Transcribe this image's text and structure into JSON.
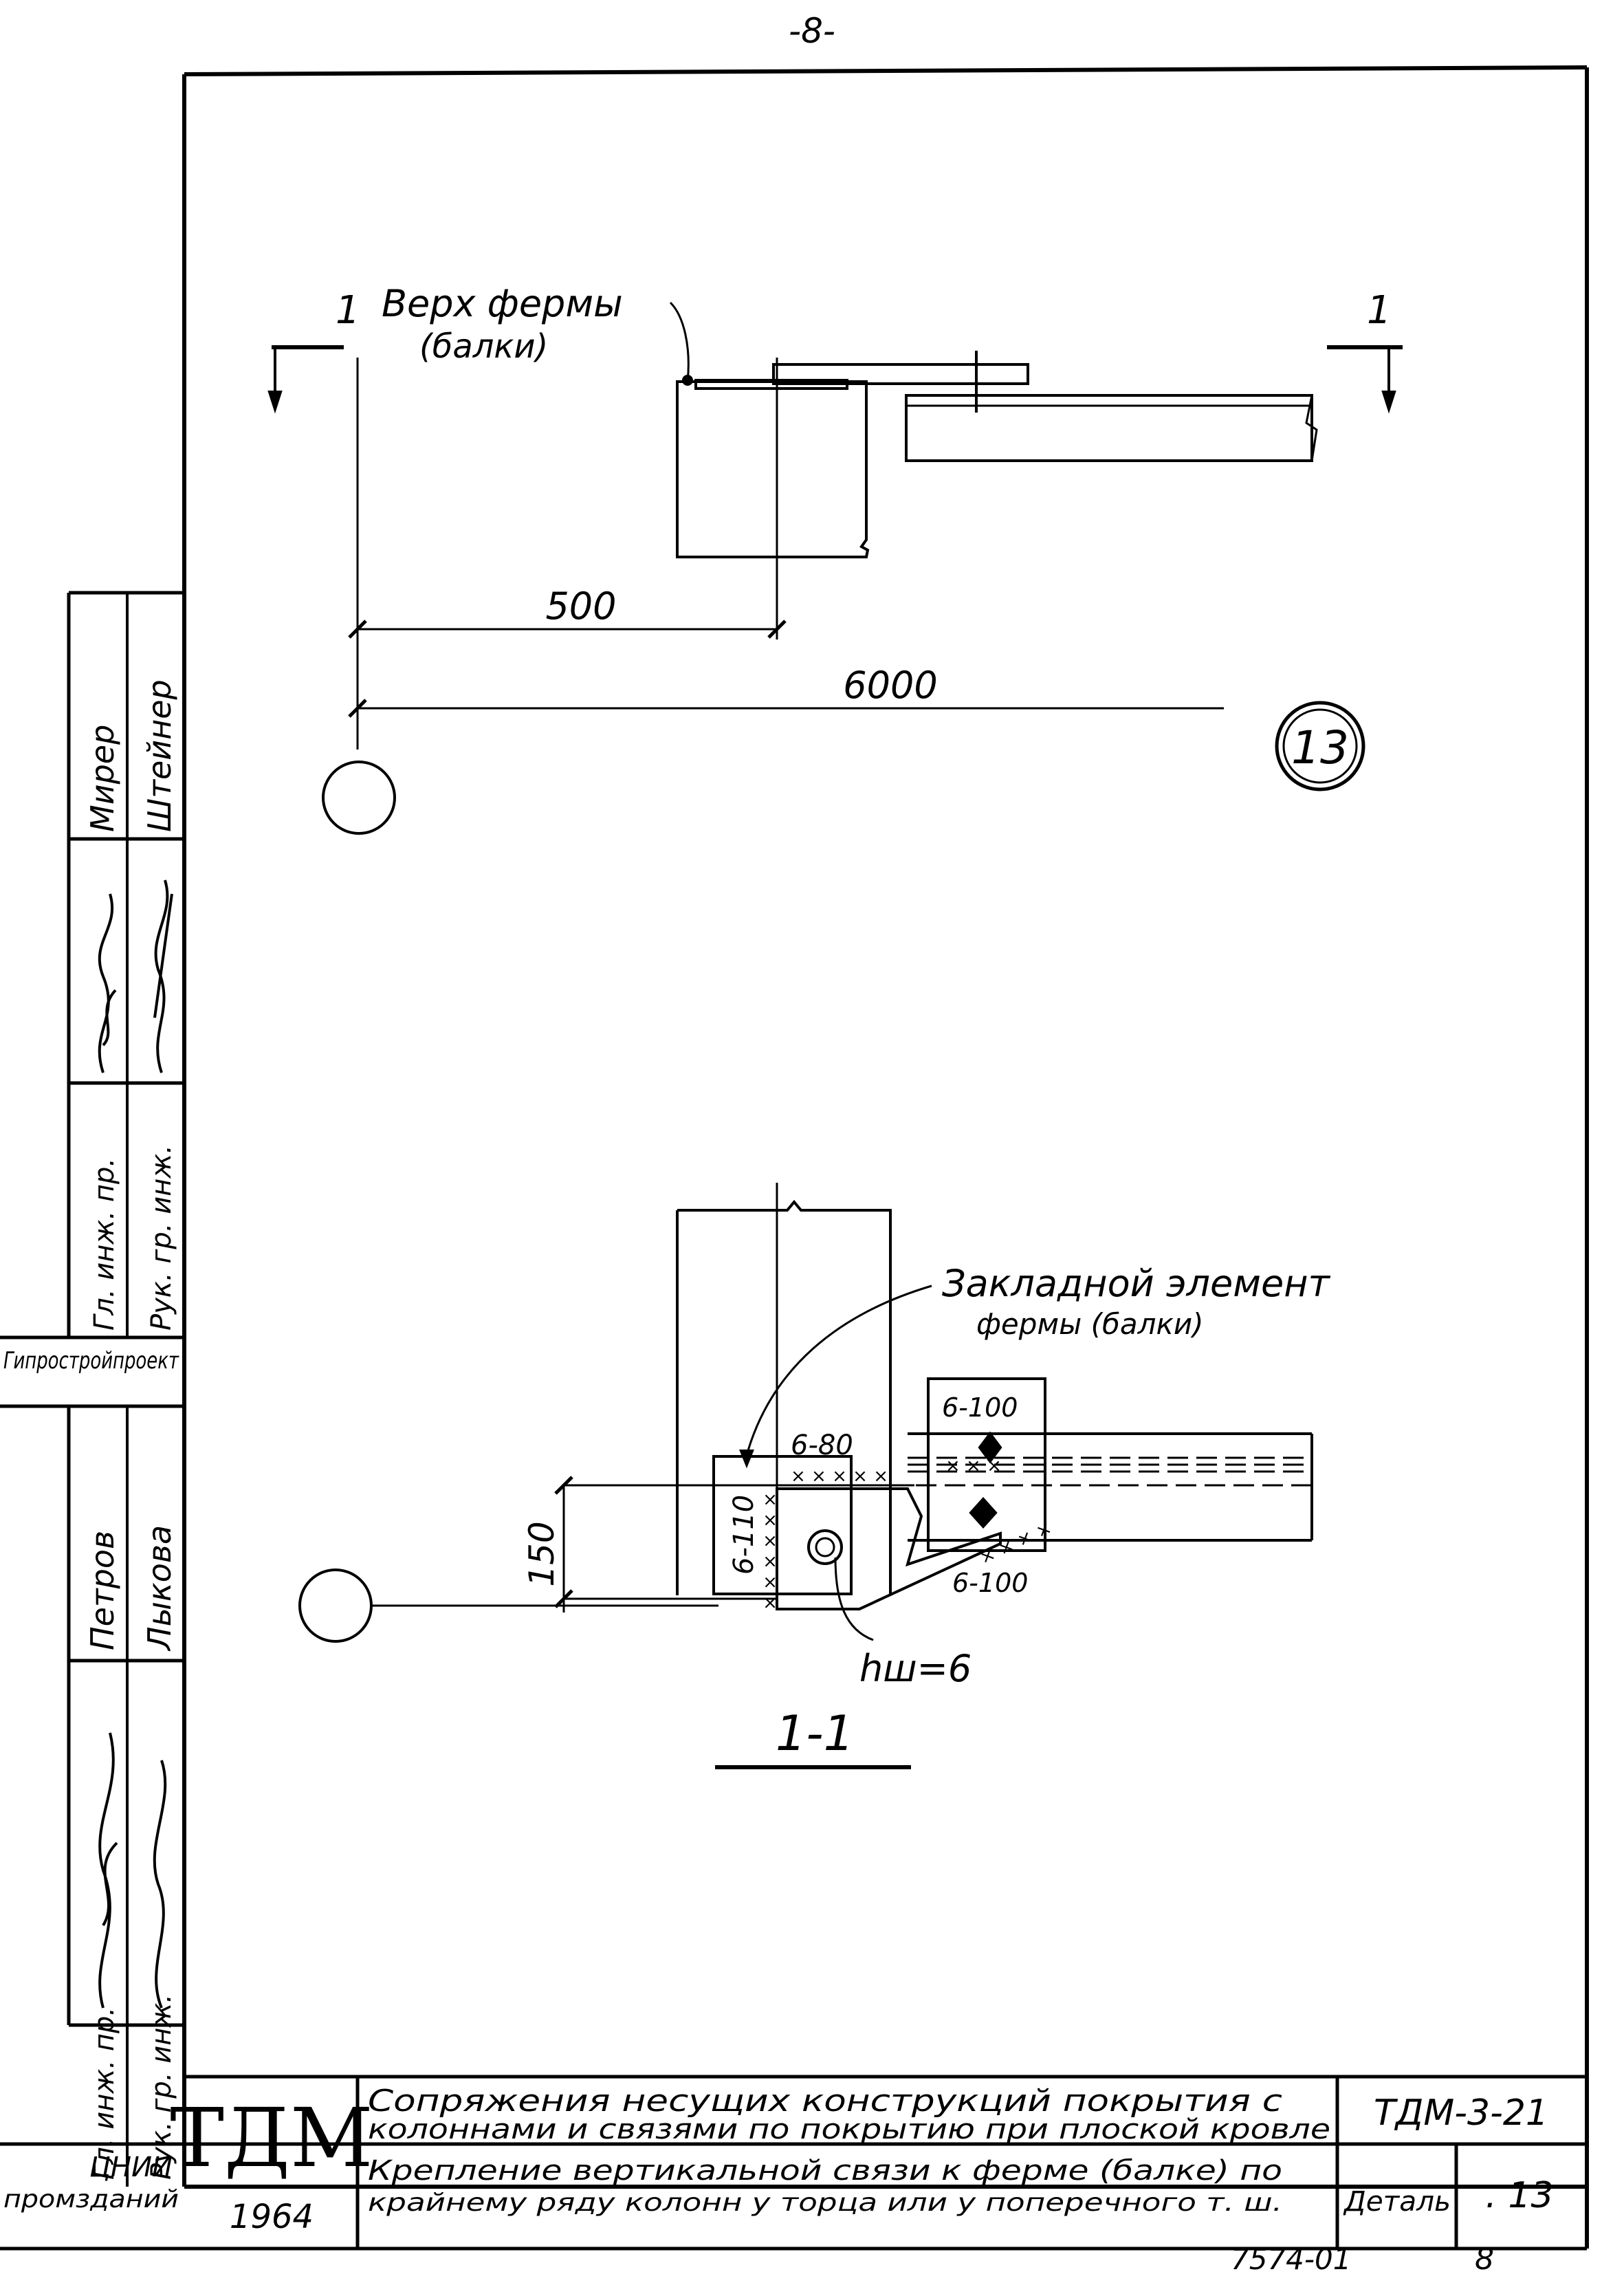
{
  "page_number": "-8-",
  "callout_top": {
    "line1": "Верх фермы",
    "line2": "(балки)"
  },
  "section_marks": {
    "left": "1",
    "right": "1"
  },
  "dimensions": {
    "d500": "500",
    "d6000": "6000",
    "d150": "150"
  },
  "detail_number": "13",
  "embedded_element": {
    "line1": "Закладной элемент",
    "line2": "фермы (балки)"
  },
  "weld_labels": {
    "w1": "6-80",
    "w2": "6-110",
    "w3": "6-100",
    "w4": "6-100"
  },
  "weld_height": "hш=6",
  "section_title": "1-1",
  "left_stamp": {
    "row1_name1": "Мирер",
    "row1_name2": "Штейнер",
    "row2_title1": "Гл. инж. пр.",
    "row2_title2": "Рук. гр. инж.",
    "org": "Гипростройпроект",
    "row3_name1": "Петров",
    "row3_name2": "Лыкова",
    "row4_title1": "Гл. инж. пр.",
    "row4_title2": "Рук. гр. инж.",
    "org_bottom_1": "ЦНИИ",
    "org_bottom_2": "промзданий"
  },
  "title_block": {
    "logo": "ТДМ",
    "year": "1964",
    "title_line1": "Сопряжения несущих конструкций покрытия с",
    "title_line2": "колоннами и связями по покрытию при плоской кровле",
    "code": "ТДМ-3-21",
    "desc_line1": "Крепление вертикальной связи к ферме (балке) по",
    "desc_line2": "крайнему ряду колонн у торца или у поперечного т. ш.",
    "detail_label": "Деталь",
    "detail_value": ". 13"
  },
  "archive_number": "7574-01",
  "archive_sheet": "8"
}
